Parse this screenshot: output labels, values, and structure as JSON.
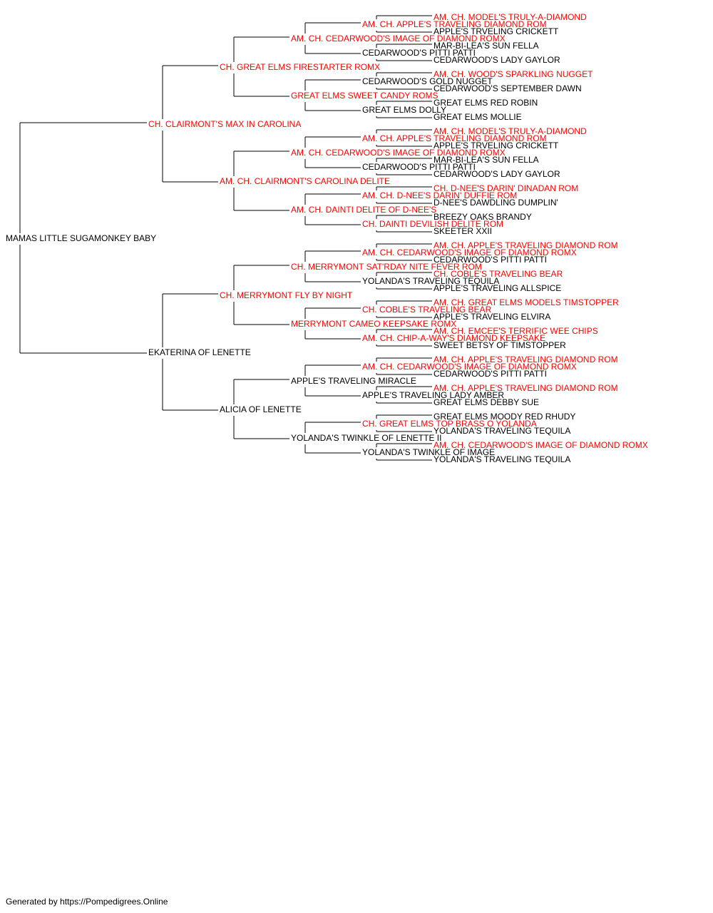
{
  "colors": {
    "champion": "#ff0000",
    "default": "#000000",
    "lines": "#000000"
  },
  "pedigree": {
    "name": "MAMAS LITTLE SUGAMONKEY BABY",
    "champion": false,
    "sire": {
      "name": "CH. CLAIRMONT'S MAX IN CAROLINA",
      "champion": true,
      "sire": {
        "name": "CH. GREAT ELMS FIRESTARTER ROMX",
        "champion": true,
        "sire": {
          "name": "AM. CH. CEDARWOOD'S IMAGE OF DIAMOND ROMX",
          "champion": true,
          "sire": {
            "name": "AM. CH. APPLE'S TRAVELING DIAMOND ROM",
            "champion": true,
            "sire": {
              "name": "AM. CH. MODEL'S TRULY-A-DIAMOND",
              "champion": true
            },
            "dam": {
              "name": "APPLE'S TRVELING CRICKETT",
              "champion": false
            }
          },
          "dam": {
            "name": "CEDARWOOD'S PITTI PATTI",
            "champion": false,
            "sire": {
              "name": "MAR-BI-LEA'S SUN FELLA",
              "champion": false
            },
            "dam": {
              "name": "CEDARWOOD'S LADY GAYLOR",
              "champion": false
            }
          }
        },
        "dam": {
          "name": "GREAT ELMS SWEET CANDY ROMS",
          "champion": true,
          "sire": {
            "name": "CEDARWOOD'S GOLD NUGGET",
            "champion": false,
            "sire": {
              "name": "AM. CH. WOOD'S SPARKLING NUGGET",
              "champion": true
            },
            "dam": {
              "name": "CEDARWOOD'S SEPTEMBER DAWN",
              "champion": false
            }
          },
          "dam": {
            "name": "GREAT ELMS DOLLY",
            "champion": false,
            "sire": {
              "name": "GREAT ELMS RED ROBIN",
              "champion": false
            },
            "dam": {
              "name": "GREAT ELMS MOLLIE",
              "champion": false
            }
          }
        }
      },
      "dam": {
        "name": "AM. CH. CLAIRMONT'S CAROLINA DELITE",
        "champion": true,
        "sire": {
          "name": "AM. CH. CEDARWOOD'S IMAGE OF DIAMOND ROMX",
          "champion": true,
          "sire": {
            "name": "AM. CH. APPLE'S TRAVELING DIAMOND ROM",
            "champion": true,
            "sire": {
              "name": "AM. CH. MODEL'S TRULY-A-DIAMOND",
              "champion": true
            },
            "dam": {
              "name": "APPLE'S TRVELING CRICKETT",
              "champion": false
            }
          },
          "dam": {
            "name": "CEDARWOOD'S PITTI PATTI",
            "champion": false,
            "sire": {
              "name": "MAR-BI-LEA'S SUN FELLA",
              "champion": false
            },
            "dam": {
              "name": "CEDARWOOD'S LADY GAYLOR",
              "champion": false
            }
          }
        },
        "dam": {
          "name": "AM. CH. DAINTI DELITE OF D-NEE'S",
          "champion": true,
          "sire": {
            "name": "AM. CH. D-NEE'S DARIN' DUFFIE ROM",
            "champion": true,
            "sire": {
              "name": "CH. D-NEE'S DARIN' DINADAN ROM",
              "champion": true
            },
            "dam": {
              "name": "D-NEE'S DAWDLING DUMPLIN'",
              "champion": false
            }
          },
          "dam": {
            "name": "CH. DAINTI DEVILISH DELITE ROM",
            "champion": true,
            "sire": {
              "name": "BREEZY OAKS BRANDY",
              "champion": false
            },
            "dam": {
              "name": "SKEETER XXII",
              "champion": false
            }
          }
        }
      }
    },
    "dam": {
      "name": "EKATERINA OF LENETTE",
      "champion": false,
      "sire": {
        "name": "CH. MERRYMONT FLY BY NIGHT",
        "champion": true,
        "sire": {
          "name": "CH. MERRYMONT SAT'RDAY NITE FEVER ROM",
          "champion": true,
          "sire": {
            "name": "AM. CH. CEDARWOOD'S IMAGE OF DIAMOND ROMX",
            "champion": true,
            "sire": {
              "name": "AM. CH. APPLE'S TRAVELING DIAMOND ROM",
              "champion": true
            },
            "dam": {
              "name": "CEDARWOOD'S PITTI PATTI",
              "champion": false
            }
          },
          "dam": {
            "name": "YOLANDA'S TRAVELING TEQUILA",
            "champion": false,
            "sire": {
              "name": "CH. COBLE'S TRAVELING BEAR",
              "champion": true
            },
            "dam": {
              "name": "APPLE'S TRAVELING ALLSPICE",
              "champion": false
            }
          }
        },
        "dam": {
          "name": "MERRYMONT CAMEO KEEPSAKE ROMX",
          "champion": true,
          "sire": {
            "name": "CH. COBLE'S TRAVELING BEAR",
            "champion": true,
            "sire": {
              "name": "AM. CH. GREAT ELMS MODELS TIMSTOPPER",
              "champion": true
            },
            "dam": {
              "name": "APPLE'S TRAVELING ELVIRA",
              "champion": false
            }
          },
          "dam": {
            "name": "AM. CH. CHIP-A-WAY'S DIAMOND KEEPSAKE",
            "champion": true,
            "sire": {
              "name": "AM. CH. EMCEE'S TERRIFIC WEE CHIPS",
              "champion": true
            },
            "dam": {
              "name": "SWEET BETSY OF TIMSTOPPER",
              "champion": false
            }
          }
        }
      },
      "dam": {
        "name": "ALICIA OF LENETTE",
        "champion": false,
        "sire": {
          "name": "APPLE'S TRAVELING MIRACLE",
          "champion": false,
          "sire": {
            "name": "AM. CH. CEDARWOOD'S IMAGE OF DIAMOND ROMX",
            "champion": true,
            "sire": {
              "name": "AM. CH. APPLE'S TRAVELING DIAMOND ROM",
              "champion": true
            },
            "dam": {
              "name": "CEDARWOOD'S PITTI PATTI",
              "champion": false
            }
          },
          "dam": {
            "name": "APPLE'S TRAVELING LADY AMBER",
            "champion": false,
            "sire": {
              "name": "AM. CH. APPLE'S TRAVELING DIAMOND ROM",
              "champion": true
            },
            "dam": {
              "name": "GREAT ELMS DEBBY SUE",
              "champion": false
            }
          }
        },
        "dam": {
          "name": "YOLANDA'S TWINKLE OF LENETTE II",
          "champion": false,
          "sire": {
            "name": "CH. GREAT ELMS TOP BRASS O YOLANDA",
            "champion": true,
            "sire": {
              "name": "GREAT ELMS MOODY RED RHUDY",
              "champion": false
            },
            "dam": {
              "name": "YOLANDA'S TRAVELING TEQUILA",
              "champion": false
            }
          },
          "dam": {
            "name": "YOLANDA'S TWINKLE OF IMAGE",
            "champion": false,
            "sire": {
              "name": "AM. CH. CEDARWOOD'S IMAGE OF DIAMOND ROMX",
              "champion": true
            },
            "dam": {
              "name": "YOLANDA'S TRAVELING TEQUILA",
              "champion": false
            }
          }
        }
      }
    }
  },
  "footer": {
    "text": "Generated by https://Pompedigrees.Online"
  }
}
